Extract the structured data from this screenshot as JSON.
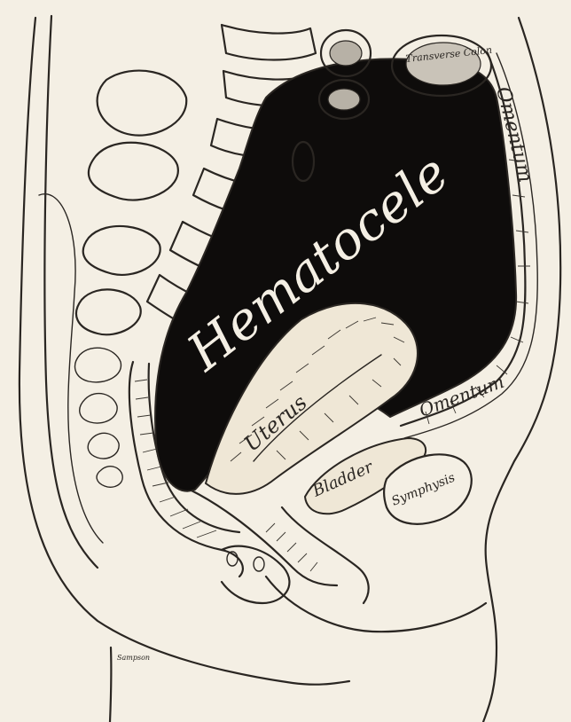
{
  "labels": {
    "hematocele": "Hematocele",
    "transverse_colon": "Transverse Colon",
    "omentum_upper": "Omentum",
    "omentum_lower": "Omentum",
    "uterus": "Uterus",
    "bladder": "Bladder",
    "symphysis": "Symphysis",
    "signature": "Sampson"
  },
  "colors": {
    "paper": "#f4efe4",
    "ink": "#2a2622",
    "hematocele_fill": "#0e0c0b",
    "label_on_dark": "#f4efe4"
  }
}
